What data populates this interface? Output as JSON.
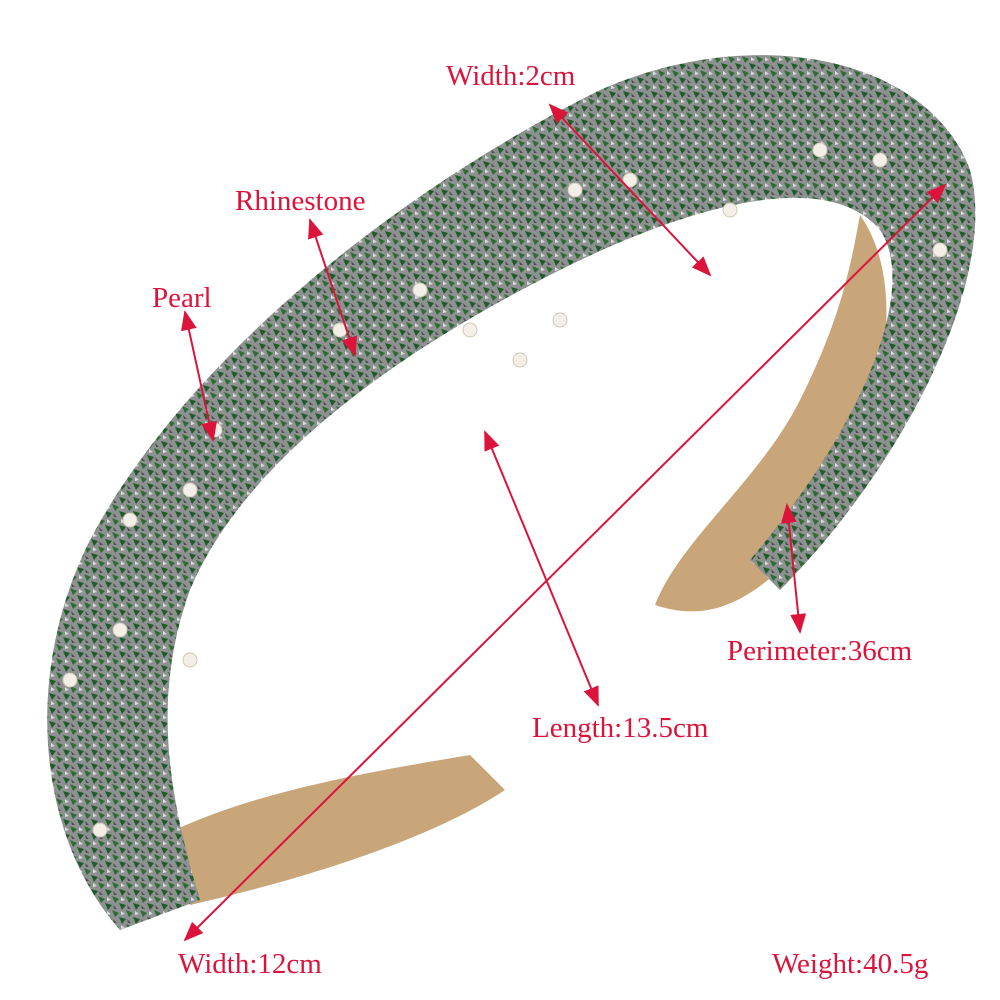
{
  "image": {
    "subject": "headband-product-photo"
  },
  "labels": {
    "width_top": "Width:2cm",
    "rhinestone": "Rhinestone",
    "pearl": "Pearl",
    "length": "Length:13.5cm",
    "perimeter": "Perimeter:36cm",
    "width_bottom": "Width:12cm",
    "weight": "Weight:40.5g"
  },
  "colors": {
    "annotation": "#dc143c",
    "band_green": "#2e6b34",
    "band_silver": "#8d9190",
    "velvet": "#c9a679",
    "pearl": "#f3efe6"
  }
}
